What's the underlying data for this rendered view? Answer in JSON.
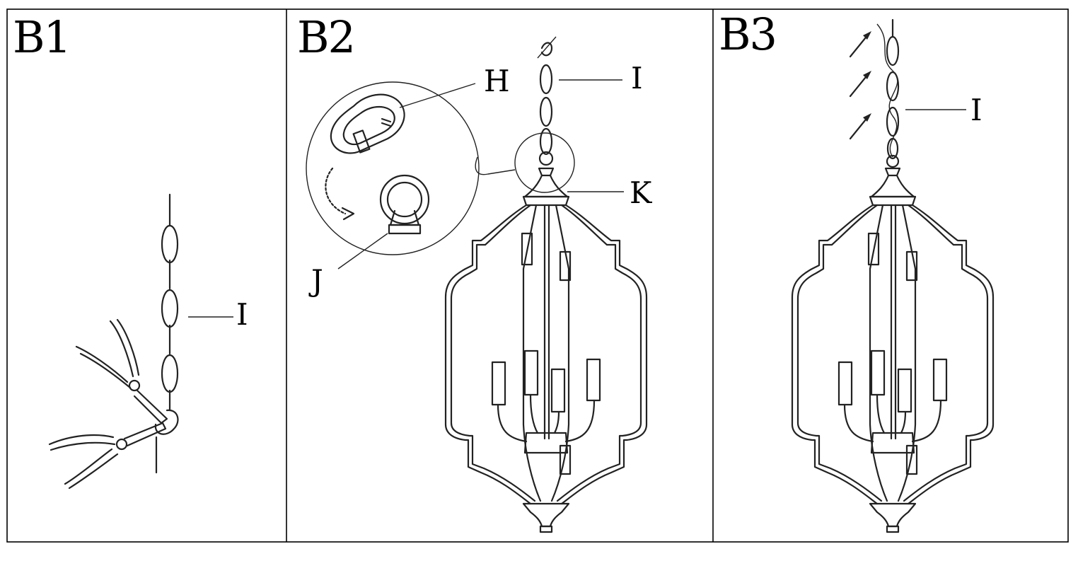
{
  "panels": [
    {
      "title": "B1",
      "labels": {
        "chain": "I"
      }
    },
    {
      "title": "B2",
      "labels": {
        "link": "H",
        "chain": "I",
        "canopy": "K",
        "loop": "J"
      }
    },
    {
      "title": "B3",
      "labels": {
        "chain": "I"
      }
    }
  ]
}
